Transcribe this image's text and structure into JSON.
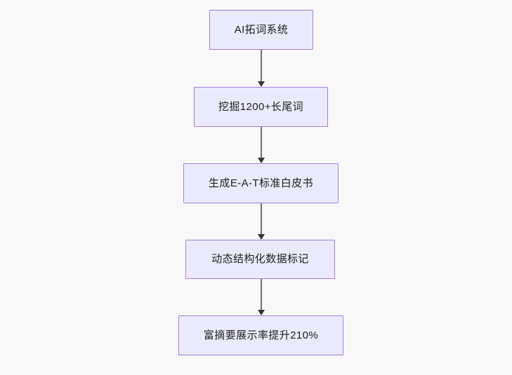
{
  "diagram": {
    "type": "flowchart",
    "direction": "top-to-bottom",
    "background_color": "#f8f8f8",
    "node_fill_color": "#eaeafc",
    "node_border_color": "#a87fdc",
    "node_text_color": "#1f2020",
    "connector_line_color": "#707070",
    "connector_arrow_color": "#333333",
    "nodes": [
      {
        "id": "n1",
        "label": "AI拓词系统"
      },
      {
        "id": "n2",
        "label": "挖掘1200+长尾词"
      },
      {
        "id": "n3",
        "label": "生成E-A-T标准白皮书"
      },
      {
        "id": "n4",
        "label": "动态结构化数据标记"
      },
      {
        "id": "n5",
        "label": "富摘要展示率提升210%"
      }
    ],
    "edges": [
      {
        "from": "n1",
        "to": "n2"
      },
      {
        "from": "n2",
        "to": "n3"
      },
      {
        "from": "n3",
        "to": "n4"
      },
      {
        "from": "n4",
        "to": "n5"
      }
    ]
  }
}
